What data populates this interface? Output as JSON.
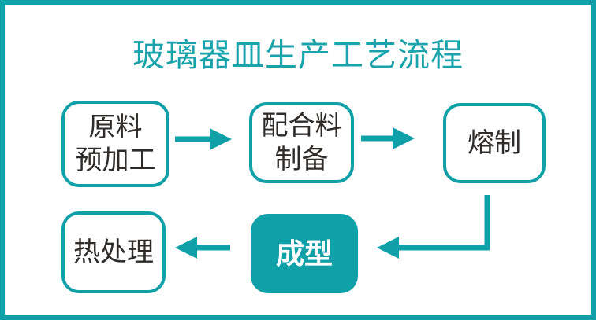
{
  "colors": {
    "accent": "#10A0A8",
    "title_color": "#1BA3AC",
    "node_text_color": "#2E2B29",
    "filled_node_text_color": "#FFFFFF",
    "background": "#FFFFFF"
  },
  "title": {
    "text": "玻璃器皿生产工艺流程"
  },
  "diagram": {
    "type": "flowchart",
    "nodes": [
      {
        "id": "raw-pretreatment",
        "label": "原料\n预加工",
        "style": "outlined"
      },
      {
        "id": "batch-preparation",
        "label": "配合料\n制备",
        "style": "outlined"
      },
      {
        "id": "melting",
        "label": "熔制",
        "style": "outlined"
      },
      {
        "id": "forming",
        "label": "成型",
        "style": "filled"
      },
      {
        "id": "heat-treatment",
        "label": "热处理",
        "style": "outlined"
      }
    ],
    "edges": [
      {
        "from": "raw-pretreatment",
        "to": "batch-preparation",
        "shape": "straight-right"
      },
      {
        "from": "batch-preparation",
        "to": "melting",
        "shape": "straight-right"
      },
      {
        "from": "melting",
        "to": "forming",
        "shape": "elbow-down-left"
      },
      {
        "from": "forming",
        "to": "heat-treatment",
        "shape": "straight-left"
      }
    ]
  }
}
